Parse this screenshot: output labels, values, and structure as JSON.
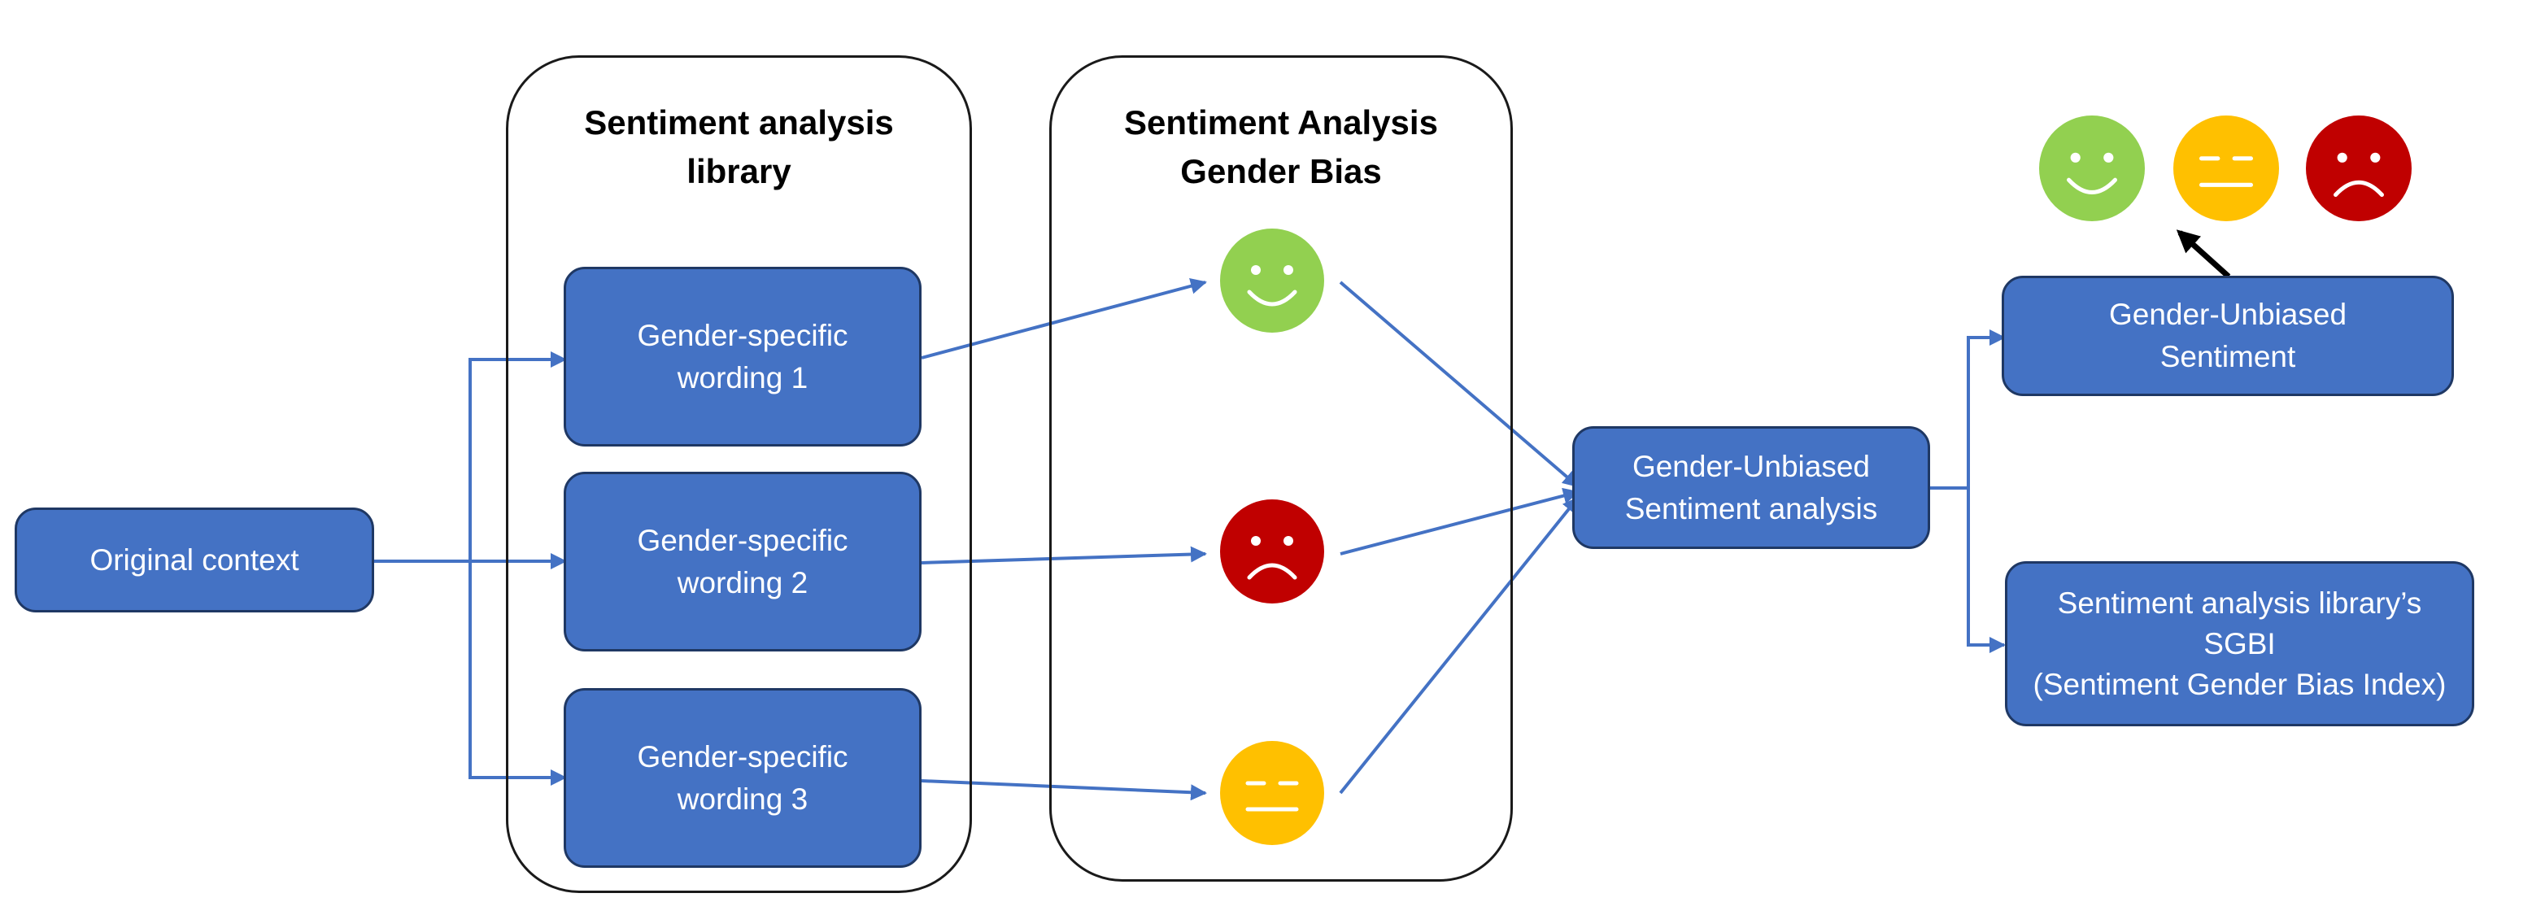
{
  "groups": {
    "library": {
      "title": "Sentiment analysis\nlibrary"
    },
    "bias": {
      "title": "Sentiment Analysis\nGender Bias"
    }
  },
  "nodes": {
    "original": "Original context",
    "wording1": "Gender-specific\nwording 1",
    "wording2": "Gender-specific\nwording 2",
    "wording3": "Gender-specific\nwording 3",
    "unbiased_analysis": "Gender-Unbiased\nSentiment analysis",
    "unbiased_sentiment": "Gender-Unbiased\nSentiment",
    "sgbi": "Sentiment analysis library’s\nSGBI\n(Sentiment Gender Bias Index)"
  },
  "faces": {
    "bias_1": "happy",
    "bias_2": "sad",
    "bias_3": "neutral",
    "result_options": [
      "happy",
      "neutral",
      "sad"
    ]
  },
  "colors": {
    "node_fill": "#4472c4",
    "node_border": "#1f3864",
    "connector": "#4472c4",
    "happy": "#92d050",
    "neutral": "#ffc000",
    "sad": "#c00000",
    "black_arrow": "#000000"
  }
}
